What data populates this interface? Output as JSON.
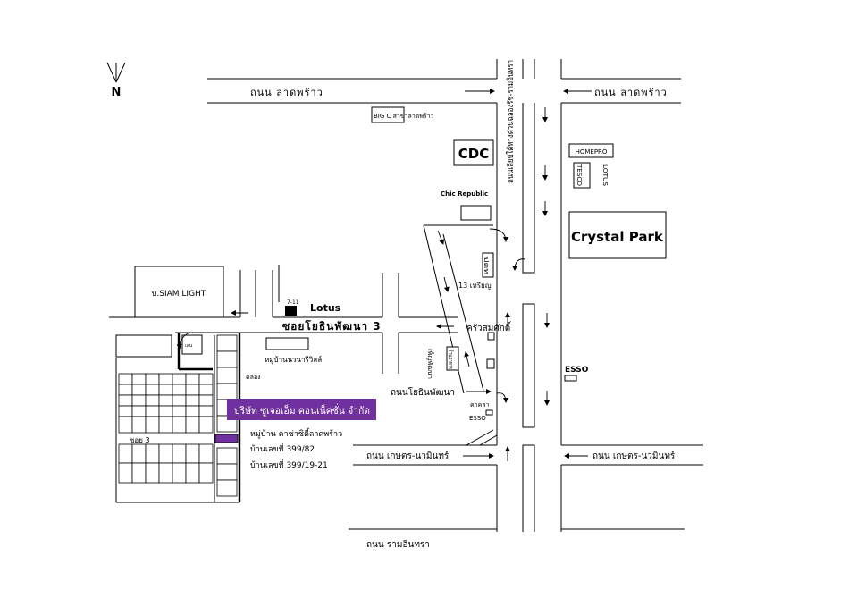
{
  "compass": {
    "north_label": "N"
  },
  "roads": {
    "lat_phrao_west": "ถนน ลาดพร้าว",
    "lat_phrao_east": "ถนน ลาดพร้าว",
    "expressway_frontage": "ถนนเลียบใต้ทางด่วนฉลองรัช-รามอินทรา",
    "soi_yothin_pattana_3": "ซอยโยธินพัฒนา 3",
    "yothin_pattana": "ถนนโยธินพัฒนา",
    "kaset_nawamin_west": "ถนน เกษตร-นวมินทร์",
    "kaset_nawamin_east": "ถนน เกษตร-นวมินทร์",
    "ram_intra": "ถนน รามอินทรา",
    "soi_3": "ซอย 3",
    "canal": "คลอง"
  },
  "landmarks": {
    "big_c": "BIG C สาขาลาดพร้าว",
    "cdc": "CDC",
    "homepro": "HOMEPRO",
    "tesco": "TESCO",
    "lotus_east": "LOTUS",
    "chic_republic": "Chic Republic",
    "crystal_park": "Crystal Park",
    "siam_light": "บ.SIAM LIGHT",
    "seven_eleven": "7-11",
    "lotus": "Lotus",
    "ptt": "ปตท",
    "sip_sam_rian": "13 เหรียญ",
    "krua_somsak": "ครัวสมศักดิ์",
    "nawanari_village": "หมู่บ้านนวนารีวิลล์",
    "pen_pattana": "เพ็ญพัฒนา",
    "restaurant": "ร้านอาหาร",
    "esso_east": "ESSO",
    "esso_south": "ESSO",
    "kakla": "คาคลา",
    "small_shop": "เล่น"
  },
  "company": {
    "name": "บริษัท ซูเจอเอ็ม คอนเน็คชั่น จำกัด",
    "village": "หมู่บ้าน คาซ่าซิตี้ลาดพร้าว",
    "address_1": "บ้านเลขที่ 399/82",
    "address_2": "บ้านเลขที่ 399/19-21"
  },
  "colors": {
    "highlight": "#7030a0",
    "ink": "#000000",
    "label_text": "#ffffff",
    "background": "#ffffff"
  },
  "icons": {
    "north_arrow": "north-arrow-icon",
    "direction_arrow": "arrow-icon"
  }
}
